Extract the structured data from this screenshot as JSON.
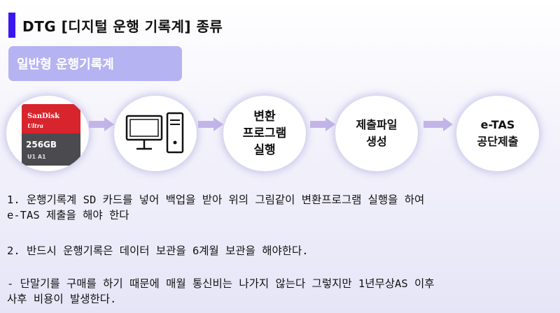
{
  "header": {
    "title": "DTG [디지털 운행 기록계] 종류"
  },
  "badge": {
    "label": "일반형 운행기록계"
  },
  "flow": {
    "sd_card": {
      "brand": "SanDisk",
      "sub": "Ultra",
      "capacity": "256GB",
      "marks": "U1 A1"
    },
    "step3": {
      "line1": "변환",
      "line2": "프로그램",
      "line3": "실행"
    },
    "step4": {
      "line1": "제출파일",
      "line2": "생성"
    },
    "step5": {
      "line1": "e-TAS",
      "line2": "공단제출"
    }
  },
  "body": {
    "line1": "1. 운행기록계 SD 카드를 넣어 백업을 받아  위의 그림같이 변환프로그램 실행을 하여",
    "line2": "e-TAS 제출을 해야 한다",
    "line3": "2. 반드시 운행기록은 데이터 보관을 6계월 보관을 해야한다.",
    "line4": "- 단말기를 구매를 하기 때문에 매월 통신비는 나가지 않는다 그렇지만 1년무상AS 이후",
    "line5": "사후 비용이 발생한다."
  },
  "colors": {
    "accent": "#3a17f0",
    "badge": "#b6b3f2",
    "arrow": "#c3b4e8"
  }
}
